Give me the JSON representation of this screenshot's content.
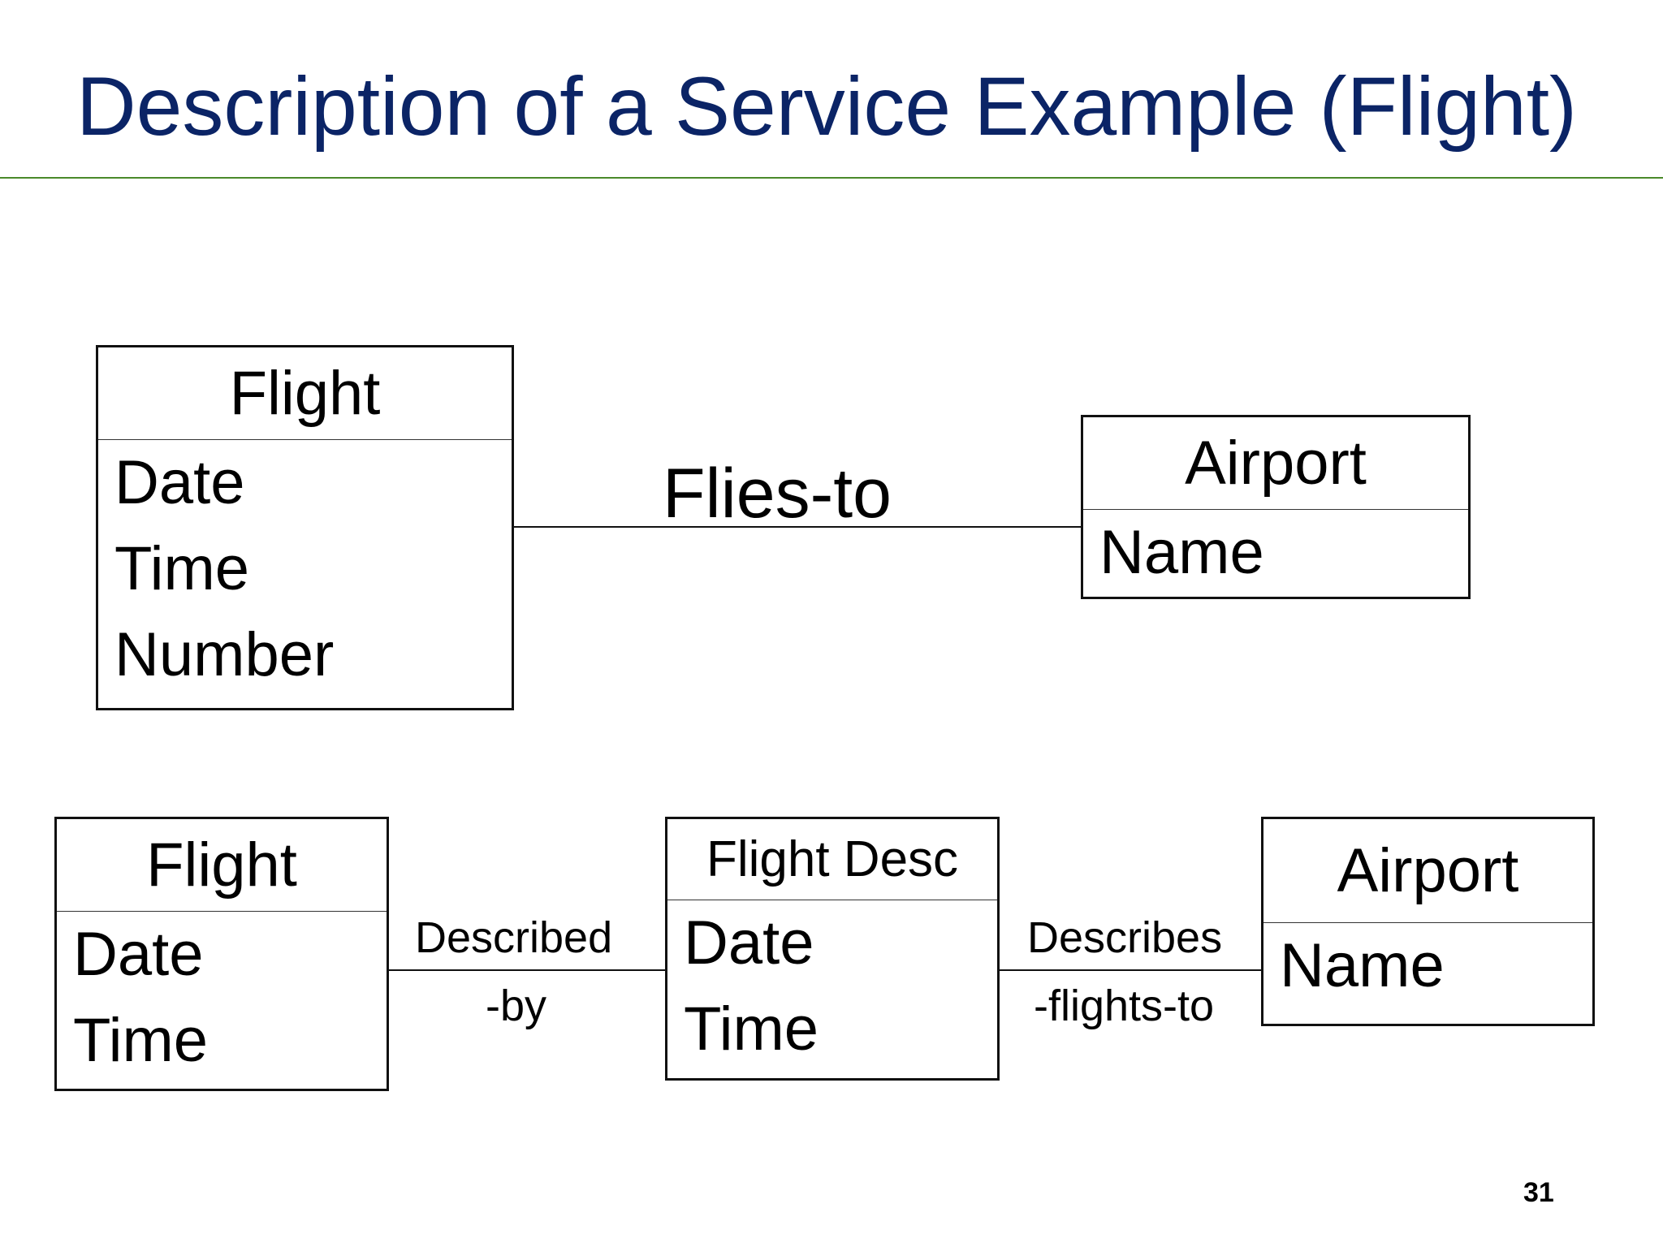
{
  "slide": {
    "title": "Description of a Service Example (Flight)",
    "page_number": "31"
  },
  "top_diagram": {
    "flight": {
      "name": "Flight",
      "attributes": [
        "Date",
        "Time",
        "Number"
      ]
    },
    "airport": {
      "name": "Airport",
      "attributes": [
        "Name"
      ]
    },
    "relation": "Flies-to"
  },
  "bottom_diagram": {
    "flight": {
      "name": "Flight",
      "attributes": [
        "Date",
        "Time"
      ]
    },
    "flight_desc": {
      "name": "Flight Desc",
      "attributes": [
        "Date",
        "Time"
      ]
    },
    "airport": {
      "name": "Airport",
      "attributes": [
        "Name"
      ]
    },
    "relation_left": {
      "line1": "Described",
      "line2": "-by"
    },
    "relation_right": {
      "line1": "Describes",
      "line2": "-flights-to"
    }
  }
}
